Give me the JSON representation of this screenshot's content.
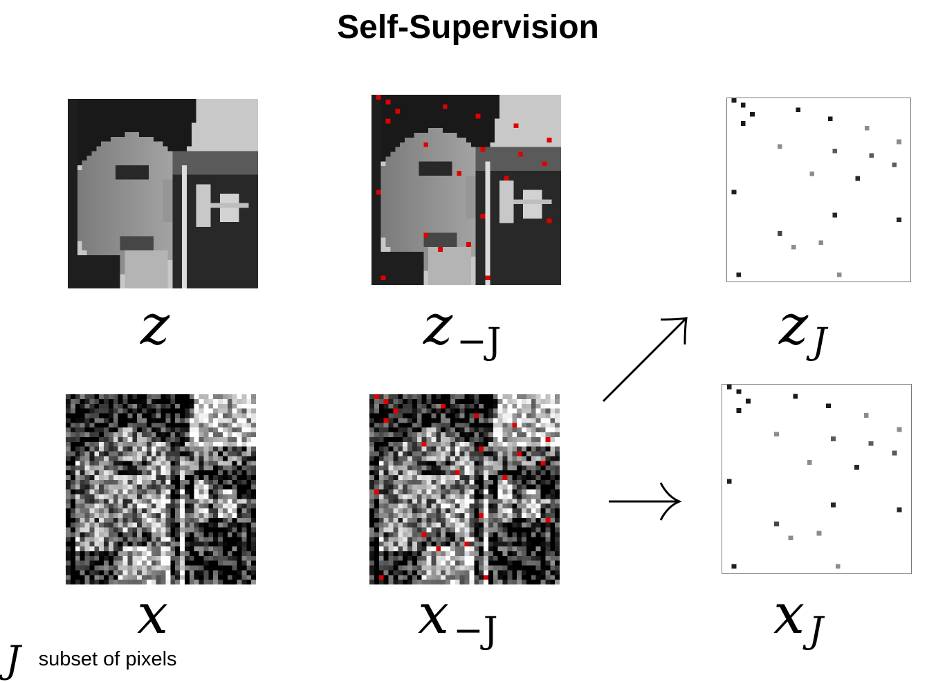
{
  "title": "Self-Supervision",
  "panels": {
    "z": {
      "label_main": "z",
      "label_sub": ""
    },
    "z_minus_j": {
      "label_main": "z",
      "label_sub": "−J"
    },
    "z_j": {
      "label_main": "z",
      "label_sub": "J"
    },
    "x": {
      "label_main": "x",
      "label_sub": ""
    },
    "x_minus_j": {
      "label_main": "x",
      "label_sub": "−J"
    },
    "x_j": {
      "label_main": "x",
      "label_sub": "J"
    }
  },
  "legend": {
    "symbol": "J",
    "text": "subset of pixels"
  },
  "colors": {
    "masked_pixel": "#e00000",
    "border": "#777777"
  },
  "icons": [
    "arrow-diagonal-icon",
    "arrow-right-icon"
  ]
}
